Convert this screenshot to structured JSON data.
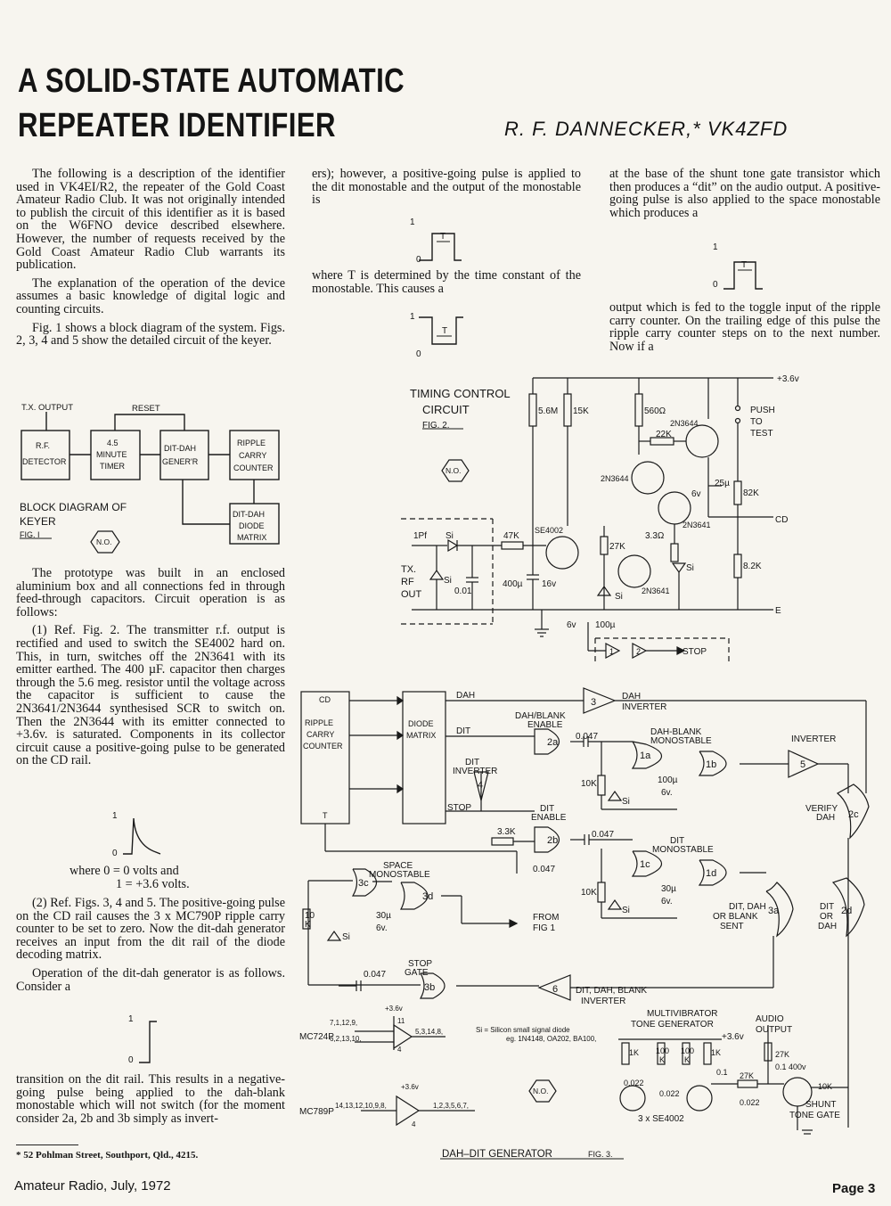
{
  "title": {
    "line1": "A SOLID-STATE AUTOMATIC",
    "line2": "REPEATER IDENTIFIER",
    "author": "R. F. DANNECKER,* VK4ZFD"
  },
  "column1": {
    "p1": "The following is a description of the identifier used in VK4EI/R2, the repeater of the Gold Coast Amateur Radio Club. It was not originally intended to publish the circuit of this identifier as it is based on the W6FNO device described elsewhere. However, the number of requests received by the Gold Coast Amateur Radio Club warrants its publication.",
    "p2": "The explanation of the operation of the device assumes a basic knowledge of digital logic and counting circuits.",
    "p3": "Fig. 1 shows a block diagram of the system. Figs. 2, 3, 4 and 5 show the detailed circuit of the keyer.",
    "p4": "The prototype was built in an enclosed aluminium box and all connections fed in through feed-through capacitors. Circuit operation is as follows:",
    "p5": "(1) Ref. Fig. 2. The transmitter r.f. output is rectified and used to switch the SE4002 hard on. This, in turn, switches off the 2N3641 with its emitter earthed. The 400 µF. capacitor then charges through the 5.6 meg. resistor until the voltage across the capacitor is sufficient to cause the 2N3641/2N3644 synthesised SCR to switch on. Then the 2N3644 with its emitter connected to +3.6v. is saturated. Components in its collector circuit cause a positive-going pulse to be generated on the CD rail.",
    "where1": "where 0 = 0 volts and",
    "where2": "1 = +3.6 volts.",
    "p6": "(2) Ref. Figs. 3, 4 and 5. The positive-going pulse on the CD rail causes the 3 x MC790P ripple carry counter to be set to zero. Now the dit-dah generator receives an input from the dit rail of the diode decoding matrix.",
    "p7": "Operation of the dit-dah generator is as follows. Consider a",
    "p8": "transition on the dit rail. This results in a negative-going pulse being applied to the dah-blank monostable which will not switch (for the moment consider 2a, 2b and 3b simply as invert-"
  },
  "column2": {
    "p1": "ers); however, a positive-going pulse is applied to the dit monostable and the output of the monostable is",
    "p2": "where T is determined by the time constant of the monostable. This causes a"
  },
  "column3": {
    "p1": "at the base of the shunt tone gate transistor which then produces a “dit” on the audio output. A positive-going pulse is also applied to the space monostable which produces a",
    "p2": "output which is fed to the toggle input of the ripple carry counter. On the trailing edge of this pulse the ripple carry counter steps on to the next number. Now if a"
  },
  "waveforms": {
    "one": "1",
    "zero": "0",
    "t": "T"
  },
  "fig1": {
    "tx_output": "T.X. OUTPUT",
    "reset": "RESET",
    "rf_detector": [
      "R.F.",
      "DETECTOR"
    ],
    "minute_timer": [
      "4.5",
      "MINUTE",
      "TIMER"
    ],
    "dit_dah_gen": [
      "DIT-DAH",
      "GENER'R"
    ],
    "ripple_counter": [
      "RIPPLE",
      "CARRY",
      "COUNTER"
    ],
    "diode_matrix": [
      "DIT-DAH",
      "DIODE",
      "MATRIX"
    ],
    "caption": [
      "BLOCK DIAGRAM OF",
      "KEYER"
    ],
    "fig": "FIG. I",
    "no": "N.O."
  },
  "fig2": {
    "title": [
      "TIMING CONTROL",
      "CIRCUIT"
    ],
    "fig": "FIG. 2.",
    "no": "N.O.",
    "supply": "+3.6v",
    "r1": "5.6M",
    "r2": "15K",
    "r3": "560Ω",
    "r4": "22K",
    "r5": "82K",
    "r6": "8.2K",
    "r7": "47K",
    "r8": "27K",
    "r9": "3.3Ω",
    "q1": "2N3644",
    "q2": "2N3644",
    "q3": "2N3641",
    "q4": "SE4002",
    "q5": "2N3641",
    "c1": "25µ",
    "c1v": "6v",
    "c2": "1Pf",
    "c3": "0.01",
    "c4": "400µ",
    "c4v": "16v",
    "c5": "100µ",
    "c5v": "6v",
    "si": "Si",
    "push": [
      "PUSH",
      "TO",
      "TEST"
    ],
    "cd": "CD",
    "e": "E",
    "tx": [
      "TX.",
      "RF",
      "OUT"
    ],
    "stop": "STOP",
    "g1": "1",
    "g2": "2"
  },
  "fig3": {
    "cd": "CD",
    "counter": [
      "RIPPLE",
      "CARRY",
      "COUNTER"
    ],
    "t": "T",
    "matrix": [
      "DIODE",
      "MATRIX"
    ],
    "dah": "DAH",
    "dit": "DIT",
    "stop": "STOP",
    "dah_inverter": [
      "DAH",
      "INVERTER"
    ],
    "dah_blank_enable": [
      "DAH/BLANK",
      "ENABLE"
    ],
    "dah_blank_mono": [
      "DAH-BLANK",
      "MONOSTABLE"
    ],
    "inverter": "INVERTER",
    "dit_inverter": [
      "DIT",
      "INVERTER"
    ],
    "dit_enable": [
      "DIT",
      "ENABLE"
    ],
    "dit_mono": [
      "DIT",
      "MONOSTABLE"
    ],
    "verify_dah": [
      "VERIFY",
      "DAH"
    ],
    "dit_dah_or_blank": [
      "DIT, DAH",
      "OR BLANK",
      "SENT"
    ],
    "dit_or_dah": [
      "DIT",
      "OR",
      "DAH"
    ],
    "space_mono": [
      "SPACE",
      "MONOSTABLE"
    ],
    "from_fig1": [
      "FROM",
      "FIG 1"
    ],
    "stop_gate": [
      "STOP",
      "GATE"
    ],
    "dit_dah_blank_inv": [
      "DIT, DAH, BLANK",
      "INVERTER"
    ],
    "gates": [
      "3",
      "2a",
      "1a",
      "1b",
      "5",
      "4",
      "2b",
      "1c",
      "1d",
      "2c",
      "3c",
      "3d",
      "3a",
      "2d",
      "3b",
      "6"
    ],
    "c_047": "0.047",
    "r_10k": "10K",
    "r_33k": "3.3K",
    "c_100": "100µ",
    "c_30": "30µ",
    "v6": "6v.",
    "si": "Si",
    "r_10k_v": [
      "10",
      "K"
    ],
    "mc724": "MC724P",
    "mc724_in1": "7,1,12,9,",
    "mc724_in2": "6,2,13,10,",
    "mc724_out": "5,3,14,8,",
    "mc789": "MC789P",
    "mc789_in": "14,13,12,10,9,8,",
    "mc789_out": "1,2,3,5,6,7,",
    "pin11": "11",
    "pin4": "4",
    "v36": "+3.6v",
    "si_note": [
      "Si = Silicon small signal diode",
      "eg. 1N4148, OA202, BA100,"
    ],
    "no": "N.O.",
    "mv_title": [
      "MULTIVIBRATOR",
      "TONE GENERATOR"
    ],
    "audio_out": [
      "AUDIO",
      "OUTPUT"
    ],
    "r1k": "1K",
    "r100k": [
      "100",
      "K"
    ],
    "c0022": "0.022",
    "c01": "0.1",
    "r27k": "27K",
    "c01_400": "0.1 400v",
    "q_se": "3 x SE4002",
    "shunt": [
      "SHUNT",
      "TONE GATE"
    ],
    "caption": "DAH–DIT GENERATOR",
    "fig": "FIG. 3."
  },
  "footnote": "* 52 Pohlman Street, Southport, Qld., 4215.",
  "footer": {
    "left": "Amateur Radio, July, 1972",
    "right": "Page 3"
  }
}
